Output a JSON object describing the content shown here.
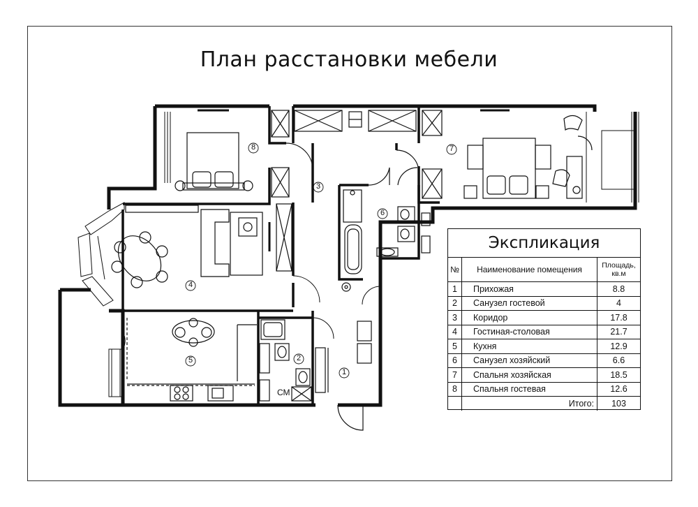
{
  "title": "План расстановки мебели",
  "plan": {
    "room_markers": [
      "1",
      "2",
      "3",
      "4",
      "5",
      "6",
      "7",
      "8"
    ],
    "closet_label": "СМ"
  },
  "explication": {
    "title": "Экспликация",
    "headers": {
      "no": "№",
      "name": "Наименование помещения",
      "area": "Площадь, кв.м"
    },
    "rows": [
      {
        "no": "1",
        "name": "Прихожая",
        "area": "8.8"
      },
      {
        "no": "2",
        "name": "Санузел гостевой",
        "area": "4"
      },
      {
        "no": "3",
        "name": "Коридор",
        "area": "17.8"
      },
      {
        "no": "4",
        "name": "Гостиная-столовая",
        "area": "21.7"
      },
      {
        "no": "5",
        "name": "Кухня",
        "area": "12.9"
      },
      {
        "no": "6",
        "name": "Санузел хозяйский",
        "area": "6.6"
      },
      {
        "no": "7",
        "name": "Спальня хозяйская",
        "area": "18.5"
      },
      {
        "no": "8",
        "name": "Спальня гостевая",
        "area": "12.6"
      }
    ],
    "total_label": "Итого:",
    "total_value": "103"
  }
}
